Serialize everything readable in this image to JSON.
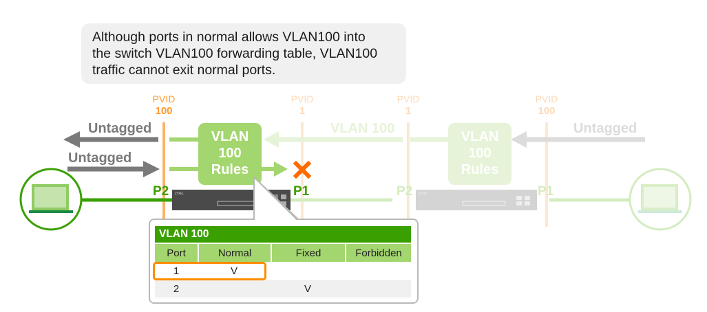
{
  "note": {
    "lines": [
      "Although ports in normal allows VLAN100 into",
      "the switch VLAN100 forwarding table, VLAN100",
      "traffic cannot exit normal ports."
    ]
  },
  "pvids": [
    {
      "label": "PVID",
      "value": "100",
      "active": true
    },
    {
      "label": "PVID",
      "value": "1",
      "active": false
    },
    {
      "label": "PVID",
      "value": "1",
      "active": false
    },
    {
      "label": "PVID",
      "value": "100",
      "active": false
    }
  ],
  "left_switch": {
    "rules_box": [
      "VLAN",
      "100",
      "Rules"
    ],
    "port_left": "P2",
    "port_right": "P1",
    "arrow_out_label": "Untagged",
    "arrow_in_label": "Untagged",
    "blocked_icon": "x-mark-icon"
  },
  "right_switch": {
    "rules_box": [
      "VLAN",
      "100",
      "Rules"
    ],
    "port_left": "P2",
    "port_right": "P1",
    "arrow_in_label": "Untagged",
    "vlan_label": "VLAN 100"
  },
  "colors": {
    "green_dark": "#3aa001",
    "green_light": "#a3d66e",
    "orange": "#ff8c00",
    "pvid_orange": "#ff9a2e",
    "gray_arrow": "#7a7a7a",
    "x_mark": "#ff6a00"
  },
  "vlan_table": {
    "title": "VLAN 100",
    "columns": [
      "Port",
      "Normal",
      "Fixed",
      "Forbidden"
    ],
    "rows": [
      {
        "port": "1",
        "normal": "V",
        "fixed": "",
        "forbidden": "",
        "highlighted": true
      },
      {
        "port": "2",
        "normal": "",
        "fixed": "V",
        "forbidden": "",
        "highlighted": false
      }
    ]
  }
}
